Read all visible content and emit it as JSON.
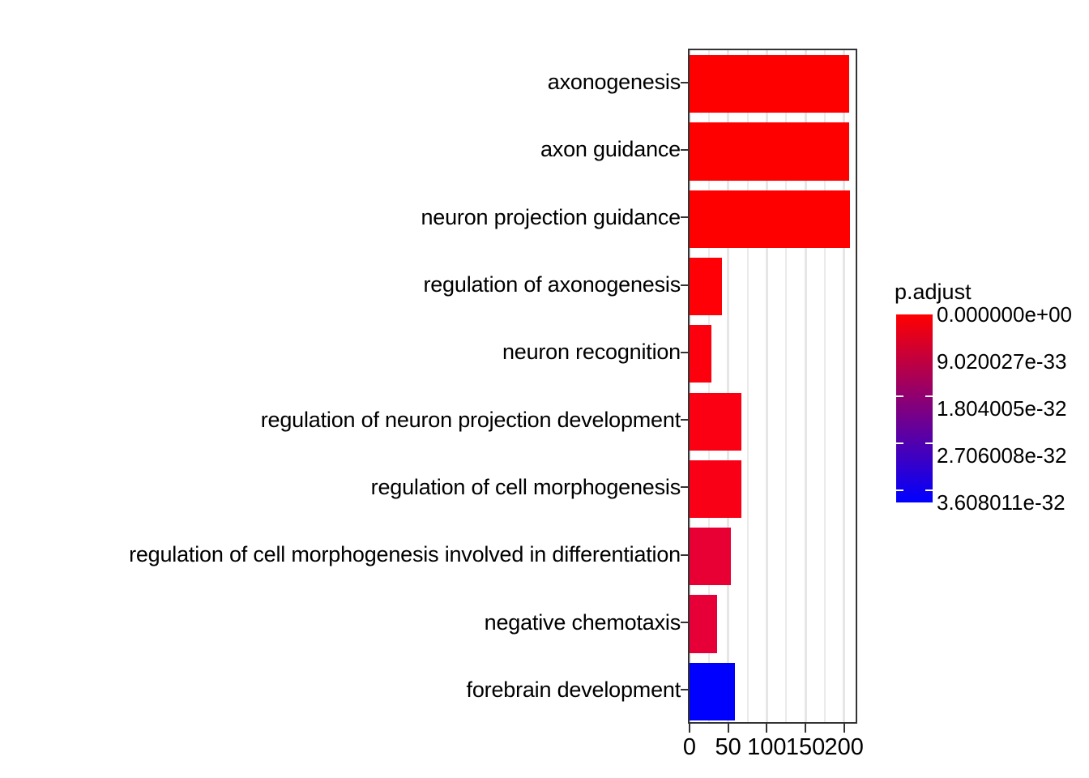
{
  "chart_data": {
    "type": "bar",
    "orientation": "horizontal",
    "title": "",
    "xlabel": "",
    "ylabel": "",
    "xlim": [
      0,
      215
    ],
    "xticks": [
      0,
      50,
      100,
      150,
      200
    ],
    "xtick_labels": [
      "0",
      "50",
      "100",
      "150",
      "200"
    ],
    "grid": true,
    "grid_minor_step": 25,
    "categories": [
      "axonogenesis",
      "axon guidance",
      "neuron projection guidance",
      "regulation of axonogenesis",
      "neuron recognition",
      "regulation of neuron projection development",
      "regulation of cell morphogenesis",
      "regulation of cell morphogenesis involved in differentiation",
      "negative chemotaxis",
      "forebrain development"
    ],
    "values": [
      207,
      207,
      208,
      42,
      28,
      67,
      67,
      54,
      36,
      59
    ],
    "bar_colors": [
      "#FF0000",
      "#FF0000",
      "#FF0000",
      "#FE0006",
      "#FC000E",
      "#FB0013",
      "#FA0017",
      "#E80034",
      "#E70037",
      "#0000FF"
    ],
    "color_values": [
      "0.000000e+00",
      "0.000000e+00",
      "0.000000e+00",
      "1.0e-34",
      "3.0e-34",
      "5.0e-34",
      "6.0e-34",
      "5.0e-33",
      "5.5e-33",
      "3.608011e-32"
    ]
  },
  "legend": {
    "title": "p.adjust",
    "position": "right",
    "gradient_top_color": "#FF0000",
    "gradient_bottom_color": "#0000FF",
    "labels": [
      "0.000000e+00",
      "9.020027e-33",
      "1.804005e-32",
      "2.706008e-32",
      "3.608011e-32"
    ]
  }
}
